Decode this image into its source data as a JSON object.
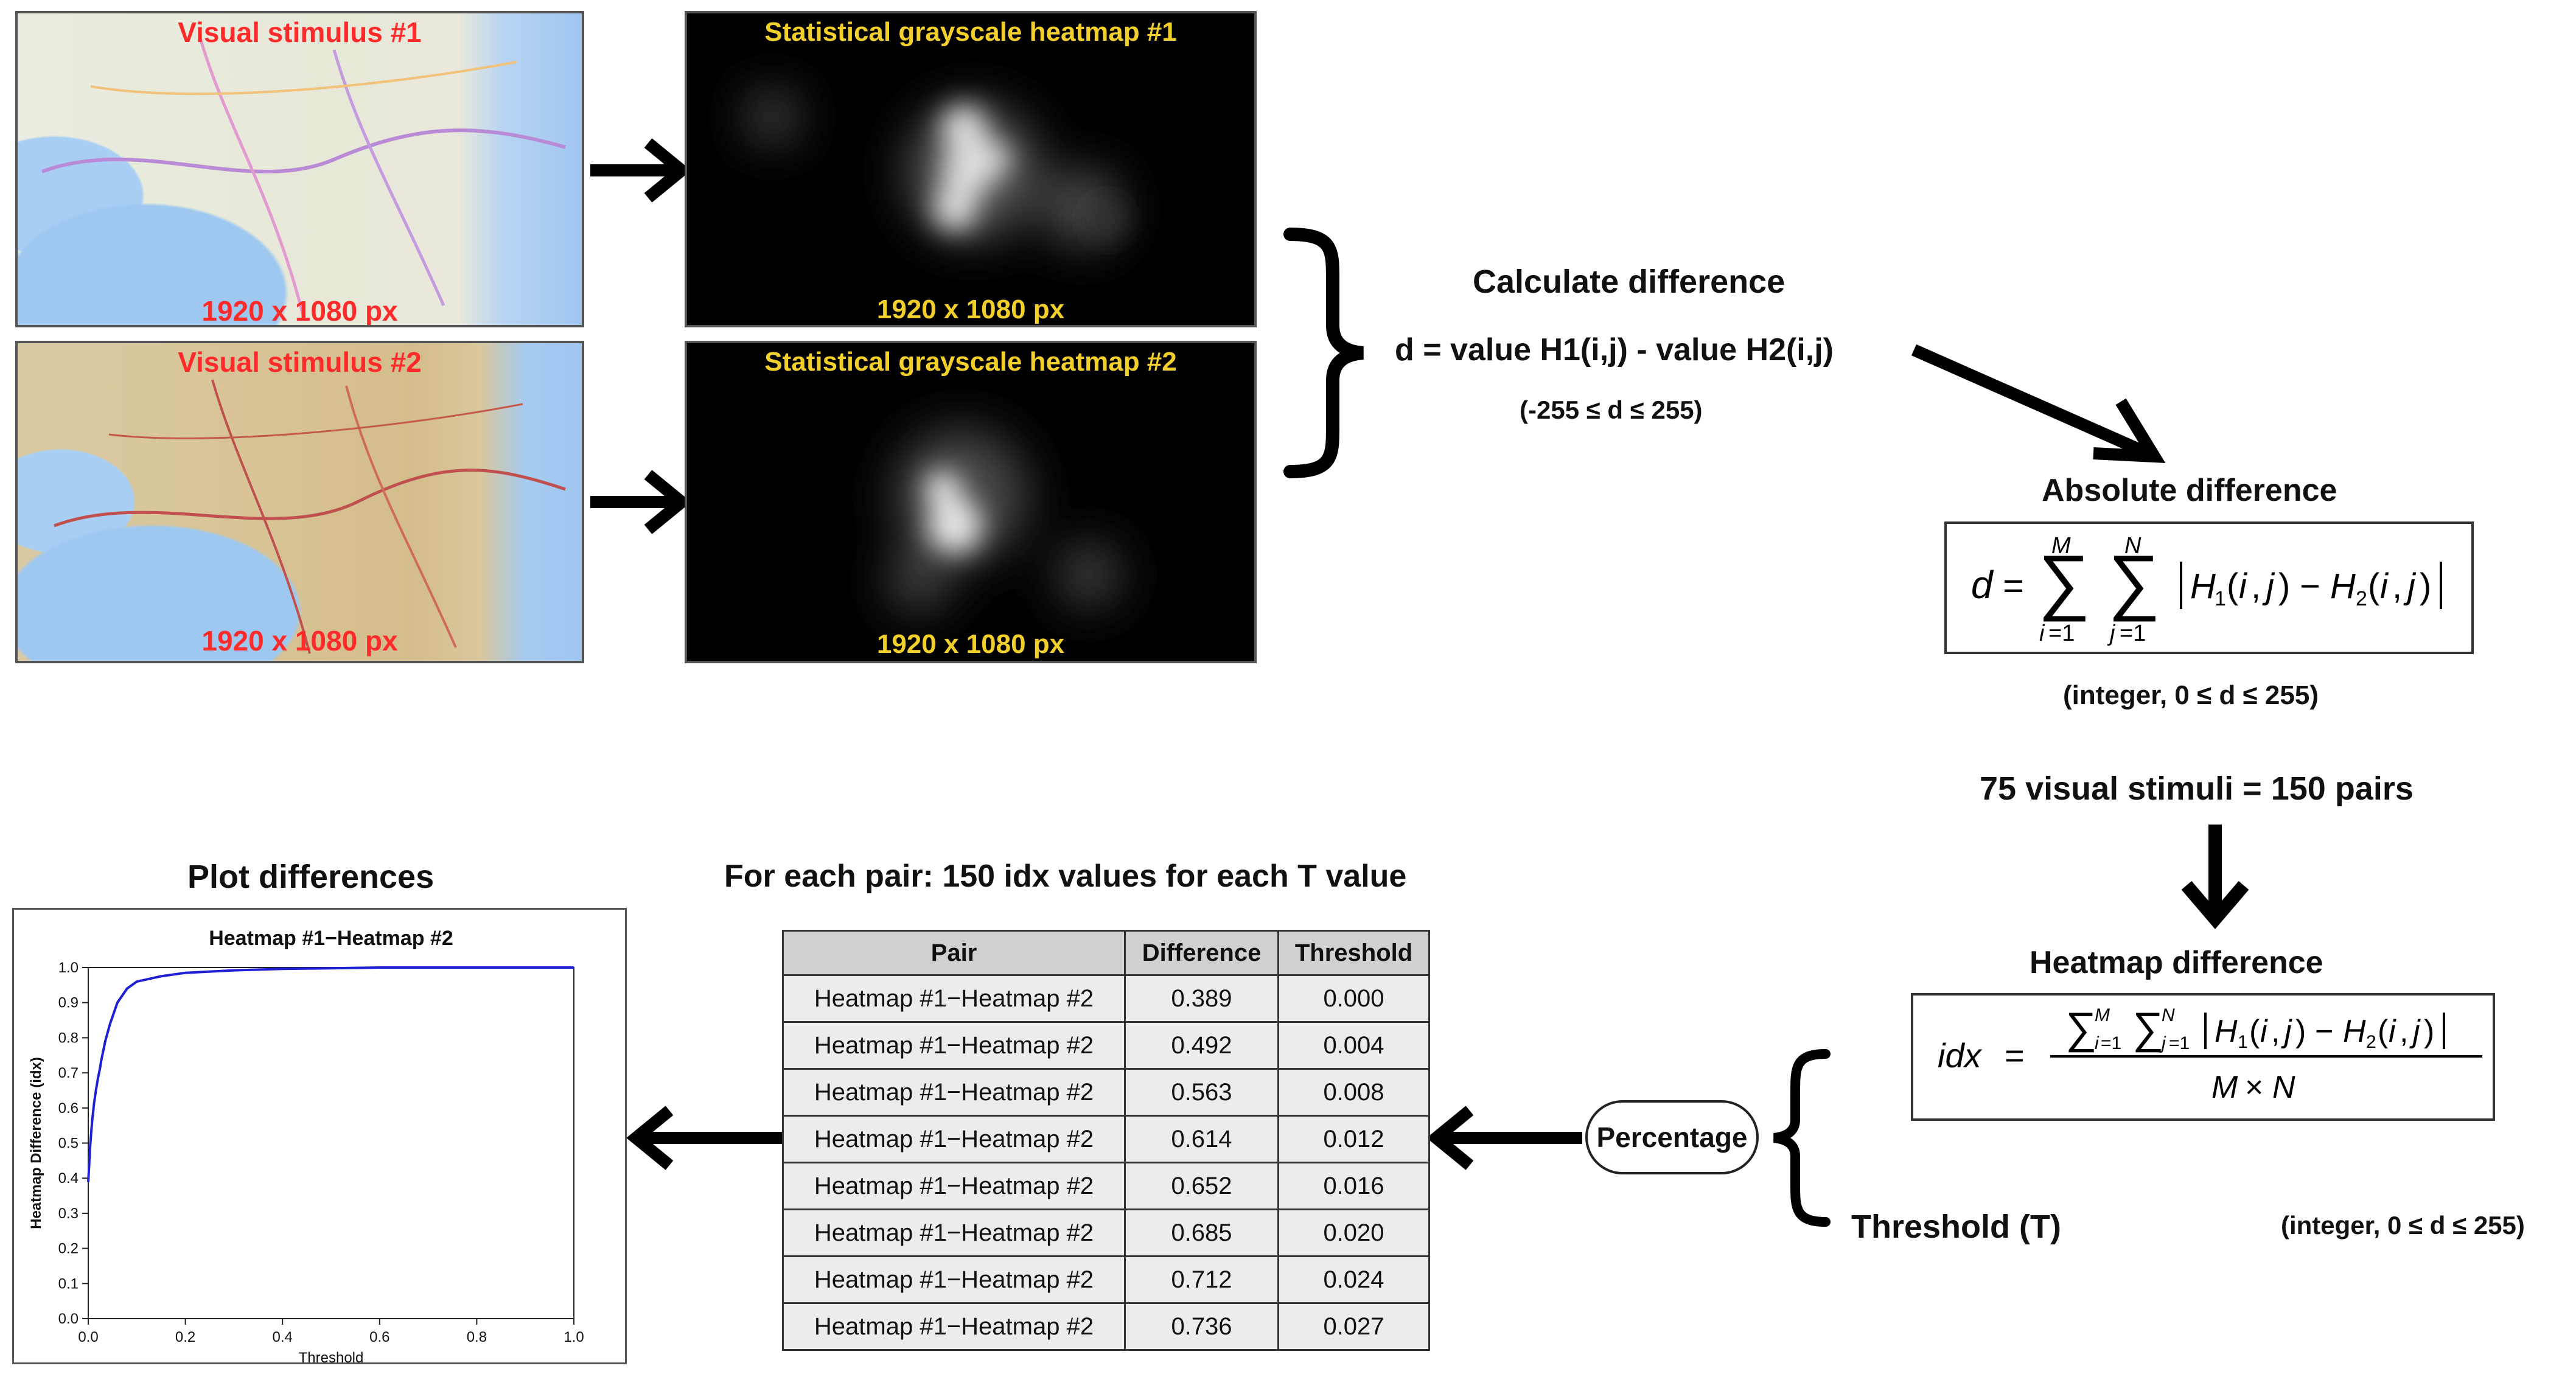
{
  "stimulus1": {
    "title": "Visual stimulus #1",
    "size": "1920 x 1080 px"
  },
  "stimulus2": {
    "title": "Visual stimulus #2",
    "size": "1920 x 1080 px"
  },
  "heatmap1": {
    "title": "Statistical grayscale heatmap #1",
    "size": "1920 x 1080 px"
  },
  "heatmap2": {
    "title": "Statistical grayscale heatmap #2",
    "size": "1920 x 1080 px"
  },
  "calc": {
    "title": "Calculate difference",
    "formula": "d = value H1(i,j) - value H2(i,j)",
    "range": "(-255 ≤ d ≤ 255)"
  },
  "absolute": {
    "title": "Absolute difference",
    "range": "(integer, 0 ≤  d ≤ 255)"
  },
  "pairs_note": "75 visual stimuli = 150 pairs",
  "heatmap_diff": {
    "title": "Heatmap difference"
  },
  "percentage": "Percentage",
  "threshold": {
    "label": "Threshold (T)",
    "range": "(integer, 0 ≤ d ≤ 255)"
  },
  "table": {
    "title": "For each pair: 150 idx values for each T value",
    "headers": [
      "Pair",
      "Difference",
      "Threshold"
    ],
    "rows": [
      [
        "Heatmap #1−Heatmap #2",
        "0.389",
        "0.000"
      ],
      [
        "Heatmap #1−Heatmap #2",
        "0.492",
        "0.004"
      ],
      [
        "Heatmap #1−Heatmap #2",
        "0.563",
        "0.008"
      ],
      [
        "Heatmap #1−Heatmap #2",
        "0.614",
        "0.012"
      ],
      [
        "Heatmap #1−Heatmap #2",
        "0.652",
        "0.016"
      ],
      [
        "Heatmap #1−Heatmap #2",
        "0.685",
        "0.020"
      ],
      [
        "Heatmap #1−Heatmap #2",
        "0.712",
        "0.024"
      ],
      [
        "Heatmap #1−Heatmap #2",
        "0.736",
        "0.027"
      ]
    ]
  },
  "plot_section_title": "Plot differences",
  "chart_data": {
    "type": "line",
    "title": "Heatmap #1−Heatmap #2",
    "xlabel": "Threshold",
    "ylabel": "Heatmap Difference (idx)",
    "xlim": [
      0.0,
      1.0
    ],
    "ylim": [
      0.0,
      1.0
    ],
    "xticks": [
      "0.0",
      "0.2",
      "0.4",
      "0.6",
      "0.8",
      "1.0"
    ],
    "yticks": [
      "0.0",
      "0.1",
      "0.2",
      "0.3",
      "0.4",
      "0.5",
      "0.6",
      "0.7",
      "0.8",
      "0.9",
      "1.0"
    ],
    "grid": false,
    "color": "#1f1fd6",
    "series": [
      {
        "x": [
          0.0,
          0.004,
          0.008,
          0.012,
          0.016,
          0.02,
          0.024,
          0.027,
          0.035,
          0.045,
          0.06,
          0.08,
          0.1,
          0.15,
          0.2,
          0.3,
          0.4,
          0.5,
          0.6,
          0.7,
          0.8,
          0.9,
          1.0
        ],
        "y": [
          0.389,
          0.492,
          0.563,
          0.614,
          0.652,
          0.685,
          0.712,
          0.736,
          0.79,
          0.84,
          0.9,
          0.94,
          0.96,
          0.975,
          0.985,
          0.992,
          0.996,
          0.998,
          1.0,
          1.0,
          1.0,
          1.0,
          1.0
        ]
      }
    ]
  },
  "colors": {
    "red_title": "#ff2a2a",
    "yellow_title": "#f2cf2a",
    "line": "#1f1fd6"
  }
}
